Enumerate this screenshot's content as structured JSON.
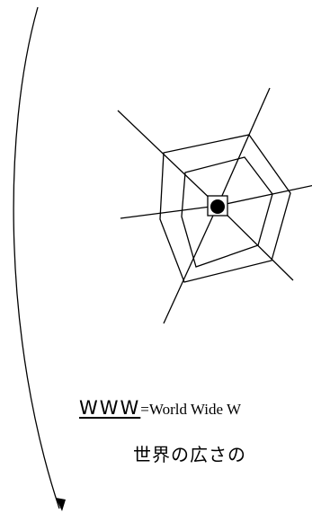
{
  "caption": {
    "abbreviation": "WWW",
    "expansion": "=World Wide W",
    "subtitle": "世界の広さの"
  }
}
